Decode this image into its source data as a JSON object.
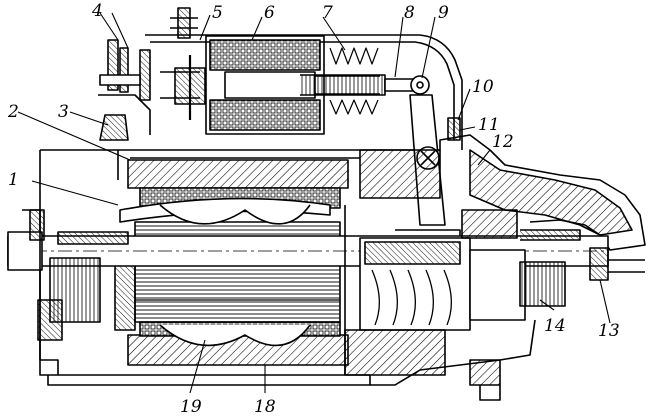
{
  "figure": {
    "type": "technical cross-section drawing",
    "line_color": "#000000",
    "background": "#ffffff"
  },
  "callouts": [
    {
      "id": "c1",
      "text": "1"
    },
    {
      "id": "c2",
      "text": "2"
    },
    {
      "id": "c3",
      "text": "3"
    },
    {
      "id": "c4",
      "text": "4"
    },
    {
      "id": "c5",
      "text": "5"
    },
    {
      "id": "c6",
      "text": "6"
    },
    {
      "id": "c7",
      "text": "7"
    },
    {
      "id": "c8",
      "text": "8"
    },
    {
      "id": "c9",
      "text": "9"
    },
    {
      "id": "c10",
      "text": "10"
    },
    {
      "id": "c11",
      "text": "11"
    },
    {
      "id": "c12",
      "text": "12"
    },
    {
      "id": "c13",
      "text": "13"
    },
    {
      "id": "c14",
      "text": "14"
    },
    {
      "id": "c18",
      "text": "18"
    },
    {
      "id": "c19",
      "text": "19"
    }
  ]
}
